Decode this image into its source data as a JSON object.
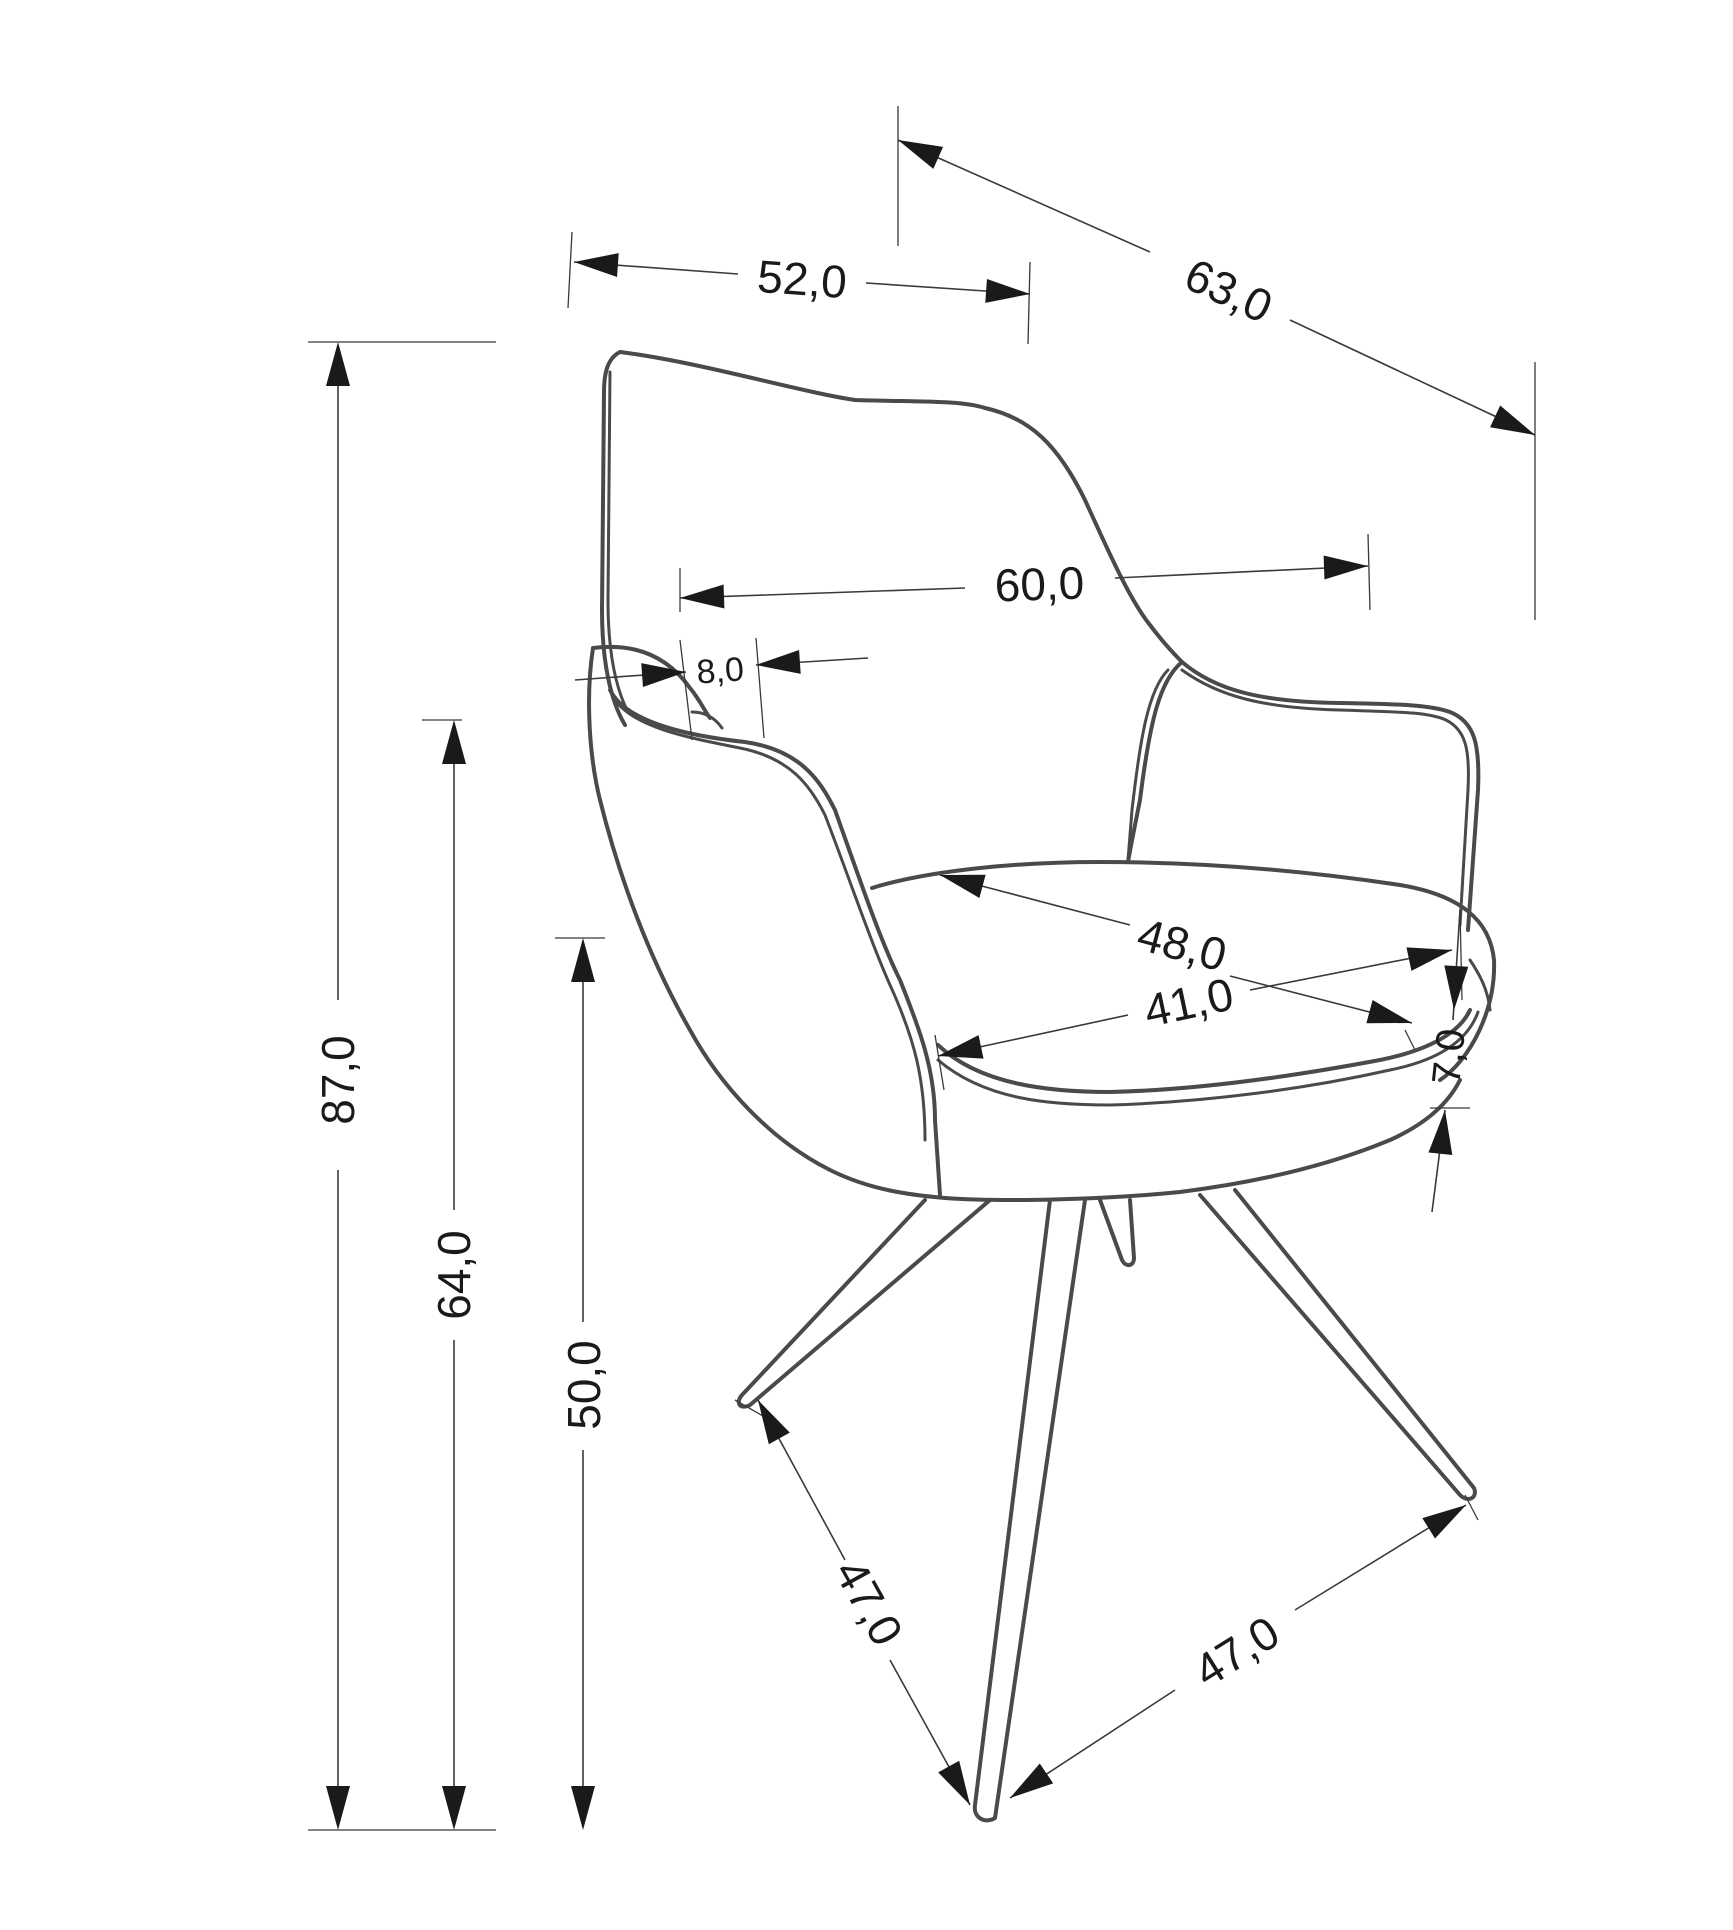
{
  "colors": {
    "background": "#ffffff",
    "outline": "#4a4a4a",
    "dimension": "#1a1a1a"
  },
  "dimensions": {
    "total_height": "87,0",
    "armrest_height": "64,0",
    "seat_height": "50,0",
    "backrest_width": "52,0",
    "depth": "63,0",
    "overall_width": "60,0",
    "armrest_width": "8,0",
    "seat_width_outer": "48,0",
    "seat_width_inner": "41,0",
    "seat_thickness": "7,0",
    "base_span_left": "47,0",
    "base_span_right": "47,0"
  }
}
